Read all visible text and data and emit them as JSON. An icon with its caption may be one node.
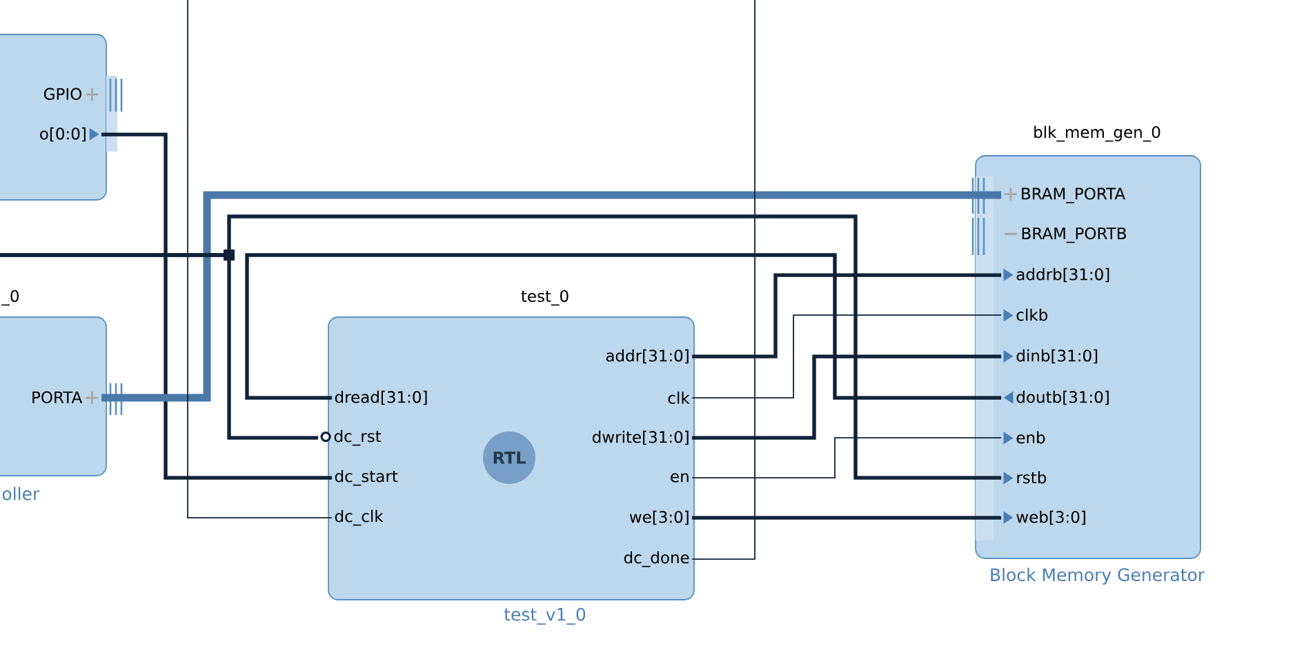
{
  "diagram": {
    "nodes": [
      {
        "text": [],
        "shape": "box"
      },
      {
        "text": [
          "GPIO"
        ],
        "in": 0
      },
      {
        "text": [
          "o[0:0]"
        ],
        "in": 0
      },
      {
        "text": [
          "_0"
        ],
        "beside": [
          "oller"
        ]
      },
      {
        "text": [
          "PORTA"
        ],
        "in": 3
      },
      {
        "text": [
          "test_0"
        ],
        "beside": [
          "test_v1_0"
        ]
      },
      {
        "text": [
          "dread[31:0]"
        ],
        "in": 5
      },
      {
        "text": [
          "dc_rst"
        ],
        "in": 5
      },
      {
        "text": [
          "dc_start"
        ],
        "in": 5
      },
      {
        "text": [
          "dc_clk"
        ],
        "in": 5
      },
      {
        "text": [
          "addr[31:0]"
        ],
        "in": 5
      },
      {
        "text": [
          "clk"
        ],
        "in": 5
      },
      {
        "text": [
          "dwrite[31:0]"
        ],
        "in": 5
      },
      {
        "text": [
          "en"
        ],
        "in": 5
      },
      {
        "text": [
          "we[3:0]"
        ],
        "in": 5
      },
      {
        "text": [
          "dc_done"
        ],
        "in": 5
      },
      {
        "text": [
          "blk_mem_gen_0"
        ],
        "beside": [
          "Block Memory Generator"
        ]
      },
      {
        "text": [
          "BRAM_PORTA"
        ],
        "in": 16
      },
      {
        "text": [
          "BRAM_PORTB"
        ],
        "in": 16
      },
      {
        "text": [
          "addrb[31:0]"
        ],
        "in": 16
      },
      {
        "text": [
          "clkb"
        ],
        "in": 16
      },
      {
        "text": [
          "dinb[31:0]"
        ],
        "in": 16
      },
      {
        "text": [
          "doutb[31:0]"
        ],
        "in": 16
      },
      {
        "text": [
          "enb"
        ],
        "in": 16
      },
      {
        "text": [
          "rstb"
        ],
        "in": 16
      },
      {
        "text": [
          "web[3:0]"
        ],
        "in": 16
      }
    ],
    "edges": [
      {
        "from": 2,
        "to": 8,
        "arrow": "none"
      },
      {
        "from": 4,
        "to": 17,
        "arrow": "none",
        "style": "thick",
        "color": "#4a78a8"
      },
      {
        "from": null,
        "to": 9,
        "arrow": "none"
      },
      {
        "from": 15,
        "to": null,
        "arrow": "none"
      },
      {
        "from": null,
        "to": 7,
        "arrow": "none"
      },
      {
        "from": null,
        "to": 24,
        "arrow": "none"
      },
      {
        "from": 22,
        "to": 6,
        "arrow": "none"
      },
      {
        "from": 10,
        "to": 19,
        "arrow": "none"
      },
      {
        "from": 11,
        "to": 20,
        "arrow": "none"
      },
      {
        "from": 12,
        "to": 21,
        "arrow": "none"
      },
      {
        "from": 13,
        "to": 23,
        "arrow": "none"
      },
      {
        "from": 14,
        "to": 25,
        "arrow": "none"
      }
    ],
    "labels": [
      "RTL"
    ]
  }
}
